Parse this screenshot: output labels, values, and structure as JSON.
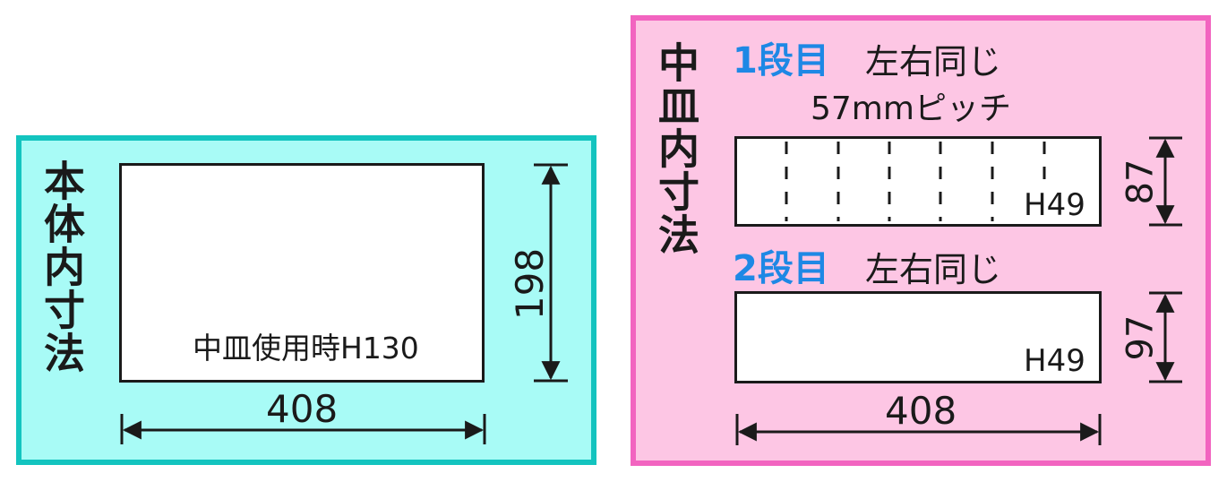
{
  "body_panel": {
    "title": "本体内寸法",
    "note": "中皿使用時H130",
    "width_label": "408",
    "height_label": "198",
    "colors": {
      "fill": "#a8fbf6",
      "border": "#13c4bf"
    }
  },
  "tray_panel": {
    "title": "中皿内寸法",
    "tier1": {
      "label": "1段目",
      "symmetry": "左右同じ",
      "pitch": "57mmピッチ",
      "height_note": "H49",
      "depth_label": "87"
    },
    "tier2": {
      "label": "2段目",
      "symmetry": "左右同じ",
      "height_note": "H49",
      "depth_label": "97"
    },
    "width_label": "408",
    "colors": {
      "fill": "#fdc6e4",
      "border": "#f264c0",
      "accent": "#1e88e5"
    }
  }
}
